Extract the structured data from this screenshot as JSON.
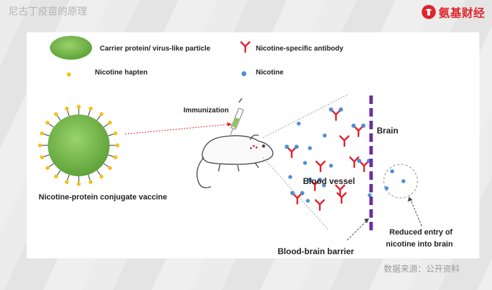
{
  "header": {
    "title": "尼古丁疫苗的原理",
    "brand_name": "氨基财经",
    "brand_color": "#e0242a"
  },
  "legend": {
    "carrier": "Carrier protein/ virus-like particle",
    "antibody": "Nicotine-specific antibody",
    "hapten": "Nicotine hapten",
    "nicotine": "Nicotine"
  },
  "diagram": {
    "vaccine_label": "Nicotine-protein conjugate vaccine",
    "immunization_label": "Immunization",
    "brain_label": "Brain",
    "blood_vessel_label": "Blood vessel",
    "bbb_label": "Blood-brain barrier",
    "reduced_entry_line1": "Reduced entry of",
    "reduced_entry_line2": "nicotine into brain"
  },
  "colors": {
    "carrier_green": "#7cbf4a",
    "hapten_yellow": "#f2c21b",
    "antibody_red": "#e3202a",
    "nicotine_blue": "#4f8fd6",
    "barrier_purple": "#6a2ea0"
  },
  "footer": {
    "source": "数据来源：公开资料"
  }
}
